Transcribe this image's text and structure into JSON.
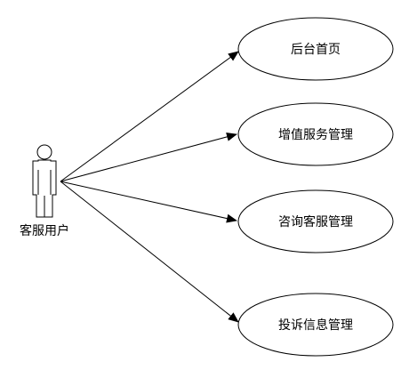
{
  "actor": {
    "label": "客服用户"
  },
  "use_cases": [
    {
      "label": "后台首页"
    },
    {
      "label": "增值服务管理"
    },
    {
      "label": "咨询客服管理"
    },
    {
      "label": "投诉信息管理"
    }
  ],
  "colors": {
    "stroke": "#000000",
    "background": "#ffffff"
  }
}
